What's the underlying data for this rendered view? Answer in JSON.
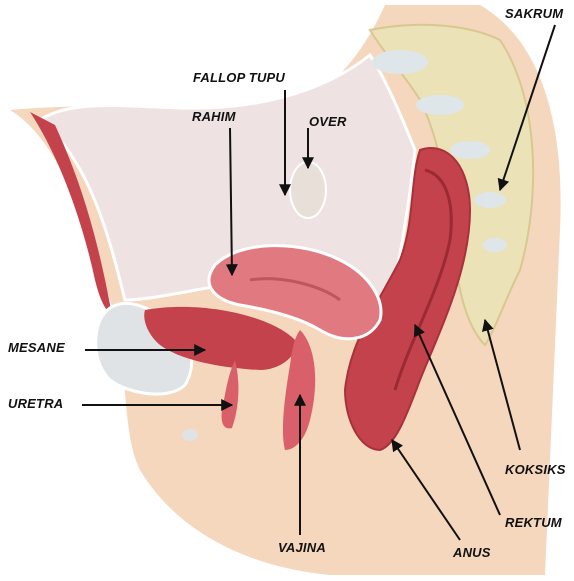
{
  "labels": {
    "sakrum": "SAKRUM",
    "fallop_tupu": "FALLOP TUPU",
    "rahim": "RAHIM",
    "over": "OVER",
    "mesane": "MESANE",
    "uretra": "URETRA",
    "koksiks": "KOKSIKS",
    "rektum": "REKTUM",
    "vajina": "VAJINA",
    "anus": "ANUS"
  },
  "colors": {
    "background": "#ffffff",
    "skin": "#f4d7bd",
    "muscle": "#c4424c",
    "pelvic_cavity": "#efe2e2",
    "bone": "#ece2b8",
    "bladder": "#dfe3e6",
    "label_text": "#111111",
    "leader_line": "#111111"
  }
}
